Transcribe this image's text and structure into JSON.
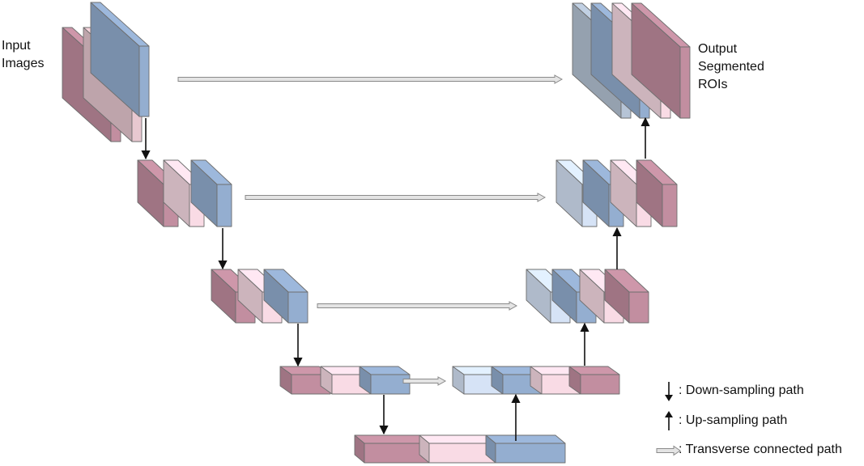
{
  "labels": {
    "input": [
      "Input",
      "Images"
    ],
    "output": [
      "Output",
      "Segmented",
      "ROIs"
    ]
  },
  "legend": {
    "down": ": Down-sampling path",
    "up": ": Up-sampling path",
    "transverse": ": Transverse connected path"
  },
  "colors": {
    "mauve": "#c28ea0",
    "pink_light": "#e8c8d0",
    "pink_pale": "#f9dbe5",
    "blue": "#94aed0",
    "blue_light": "#d6e3f6",
    "blue_grey": "#b6c4d6",
    "arrow_fill": "#e4e4e4",
    "arrow_stroke": "#8a8a8a"
  }
}
